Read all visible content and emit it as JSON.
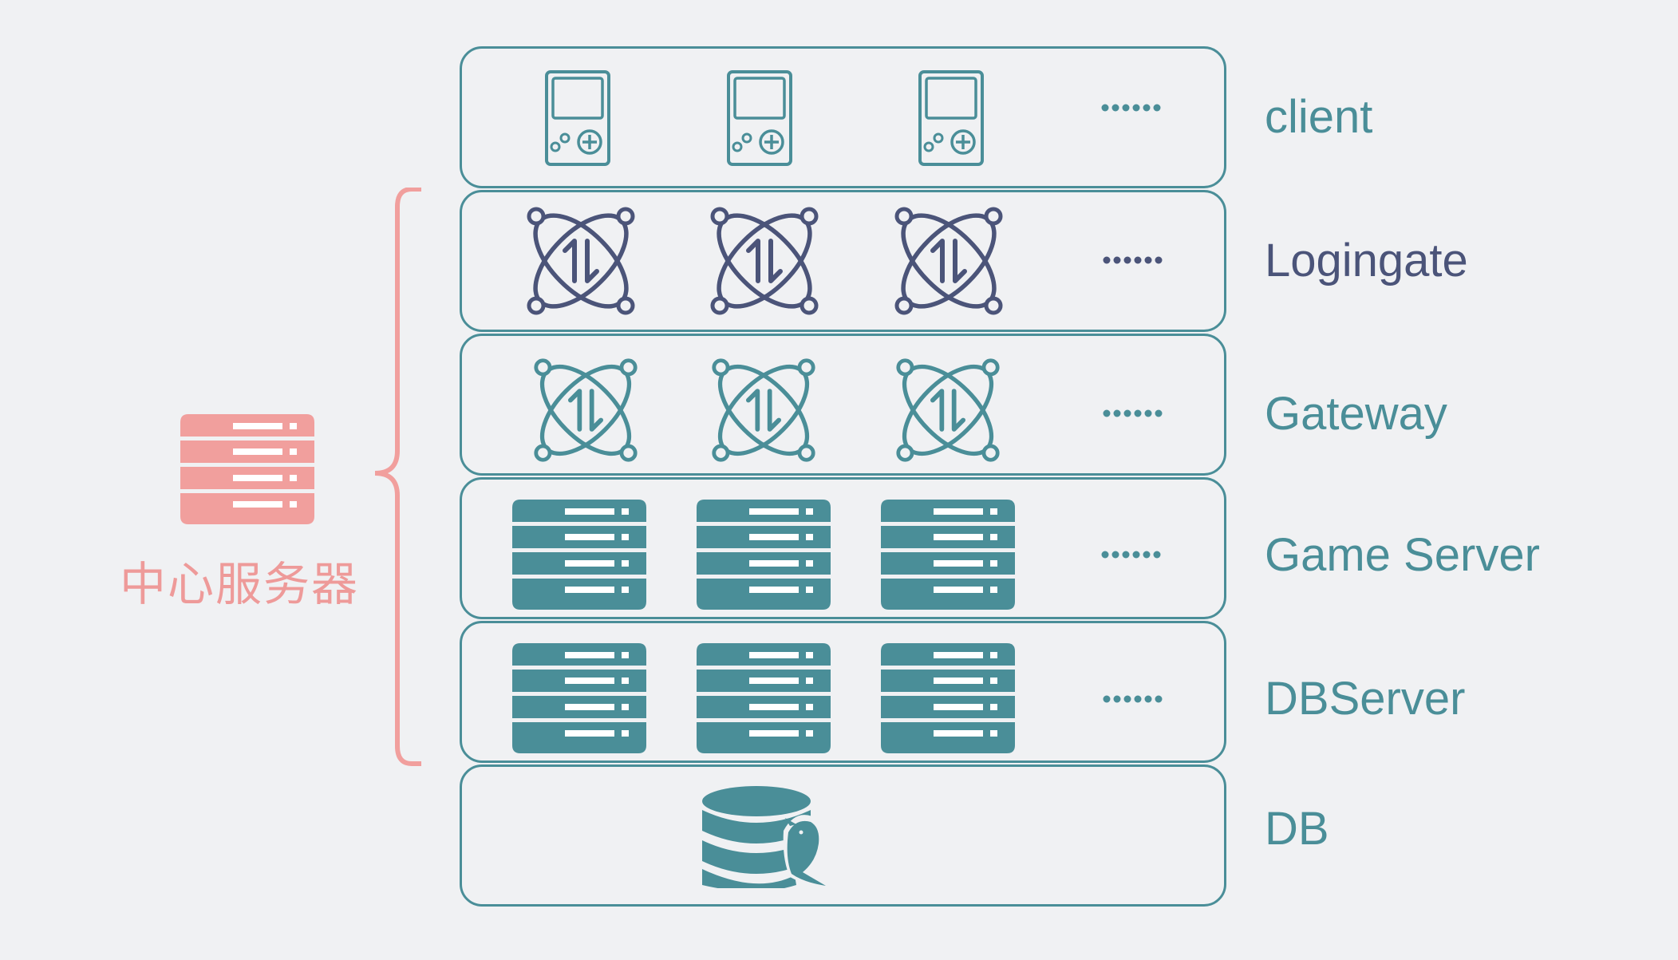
{
  "colors": {
    "teal": "#4a8e98",
    "slate": "#4b5479",
    "salmon": "#f19f9d",
    "salmon_text": "#ee9a99",
    "background": "#f0f1f3"
  },
  "central": {
    "label": "中心服务器",
    "icon": "server-rack-icon"
  },
  "tiers": [
    {
      "id": "client",
      "label": "client",
      "icon": "handheld-console-icon"
    },
    {
      "id": "logingate",
      "label": "Logingate",
      "icon": "exchange-orbit-icon"
    },
    {
      "id": "gateway",
      "label": "Gateway",
      "icon": "exchange-orbit-icon"
    },
    {
      "id": "game-server",
      "label": "Game Server",
      "icon": "server-rack-icon"
    },
    {
      "id": "dbserver",
      "label": "DBServer",
      "icon": "server-rack-icon"
    },
    {
      "id": "db",
      "label": "DB",
      "icon": "mysql-database-icon"
    }
  ],
  "ellipsis": "······"
}
